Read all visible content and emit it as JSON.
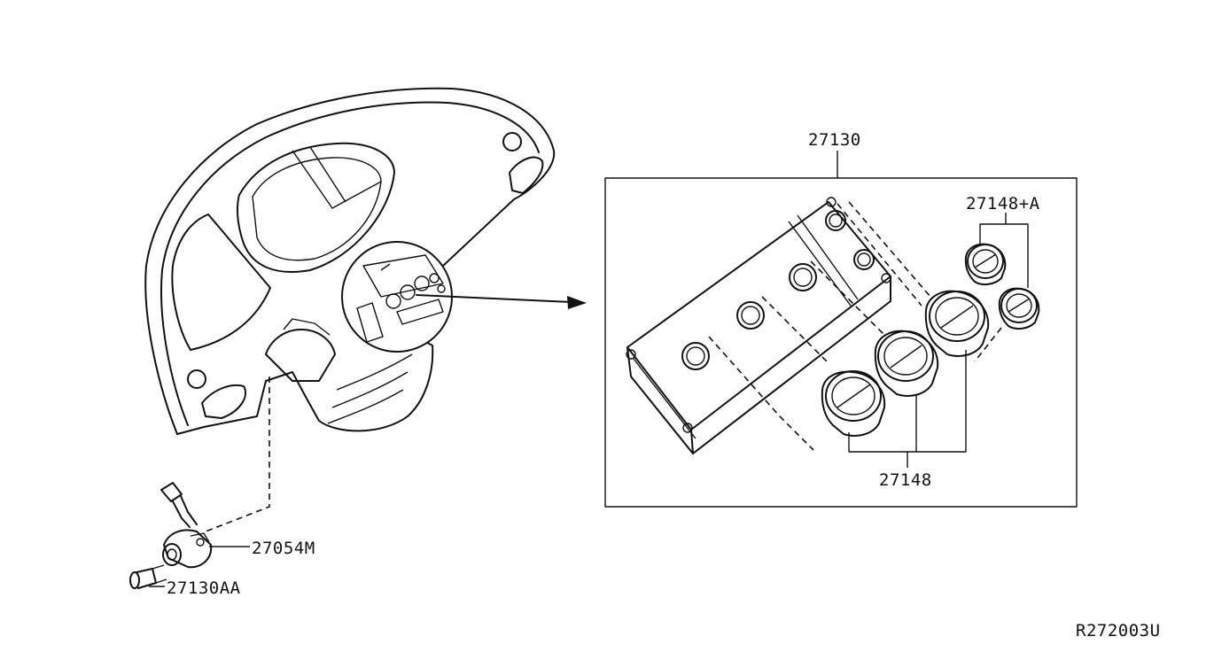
{
  "labels": {
    "assembly": "27130",
    "knob_a": "27148+A",
    "knob": "27148",
    "sensor": "27054M",
    "screw": "27130AA",
    "drawing_code": "R272003U"
  }
}
